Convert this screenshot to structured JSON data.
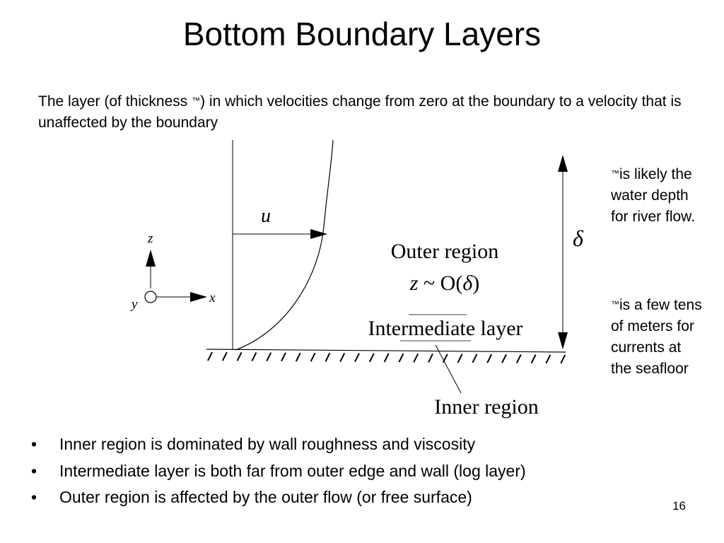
{
  "slide": {
    "title": "Bottom Boundary Layers",
    "intro_before": "The layer (of thickness ",
    "tm_symbol": "™",
    "intro_after": ") in which velocities change from zero at the boundary to a velocity that is unaffected by the boundary",
    "side_note_1": "is likely the water depth for river flow.",
    "side_note_2": "is a few tens of meters for currents at the seafloor",
    "page_number": "16"
  },
  "diagram": {
    "velocity_label": "u",
    "z_axis_label": "z",
    "x_axis_label": "x",
    "y_axis_label": "y",
    "delta_label": "δ",
    "outer_region_label": "Outer region",
    "outer_region_z": "z",
    "outer_region_order": " ~ O(",
    "outer_region_delta": "δ",
    "outer_region_close": ")",
    "intermediate_label": "Intermediate layer",
    "inner_label": "Inner region"
  },
  "bullets": [
    "Inner region is dominated by wall roughness and viscosity",
    "Intermediate layer is both far from outer edge and wall (log layer)",
    "Outer region is affected by the outer flow (or free surface)"
  ],
  "bullet_glyph": "•"
}
